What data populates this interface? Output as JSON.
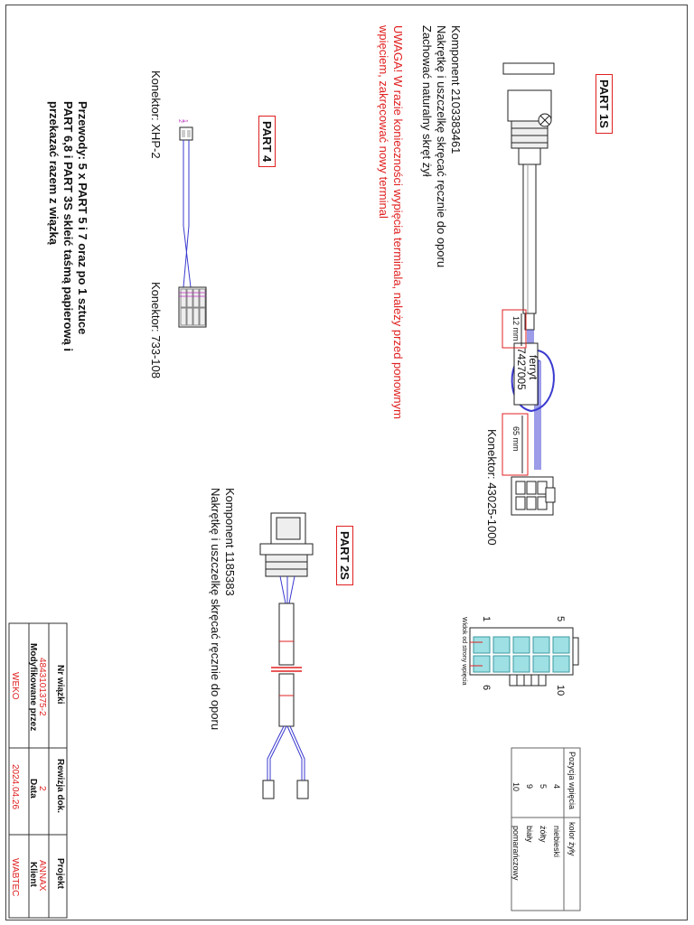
{
  "parts": {
    "p1s": "PART 1S",
    "p2s": "PART 2S",
    "p4": "PART 4"
  },
  "part1s": {
    "component": "Komponent 2103383461",
    "line2": "Nakrętkę i uszczelkę  skręcać ręcznie do oporu",
    "line3": "Zachować naturalny skręt żył",
    "warning1": "UWAGA! W razie konieczności wypięcia terminala, należy przed ponownym",
    "warning2": "wpięciem, zakręcować nowy terminal",
    "dim_12": "12 mm",
    "dim_65": "65 mm",
    "ferrite_label": "ferryt",
    "ferrite_code": "7427005",
    "connector": "Konektor: 43025-1000"
  },
  "part4": {
    "conn_left": "Konektor: XHP-2",
    "conn_right": "Konektor: 733-108",
    "pin_1": "1",
    "pin_2": "2"
  },
  "note": {
    "line1": "Przewody:  5 x PART 5 i 7  oraz po  1 sztuce",
    "line2": "PART 6,8  i PART 3S skleić taśmą papierową i",
    "line3": "przekazać razem z wiązką"
  },
  "part2s": {
    "component": "Komponent 1185383",
    "line2": "Nakrętkę i uszczelkę  skręcać ręcznie do oporu"
  },
  "pinout": {
    "label_5": "5",
    "label_1": "1",
    "label_10": "10",
    "label_6": "6",
    "caption": "Widok od strony wpięcia"
  },
  "pin_table": {
    "headers": [
      "Pozycja wpięcia",
      "kolor żyły"
    ],
    "rows": [
      [
        "4",
        "niebieski"
      ],
      [
        "5",
        "żółty"
      ],
      [
        "9",
        "biały"
      ],
      [
        "10",
        "pomarańczowy"
      ]
    ]
  },
  "title_block": {
    "h_nr": "Nr wiązki",
    "v_nr": "4843101375-2",
    "h_rev": "Rewizja dok.",
    "v_rev": "2",
    "h_proj": "Projekt",
    "v_proj": "ANNAX",
    "h_mod": "Modyfikowane przez",
    "v_mod": "WEKO",
    "h_date": "Data",
    "v_date": "2024.04.26",
    "h_client": "Klient",
    "v_client": "WABTEC"
  },
  "colors": {
    "accent_red": "#e02020",
    "wire_blue": "#3a3ad0",
    "cavity_teal": "#66ccd0"
  }
}
